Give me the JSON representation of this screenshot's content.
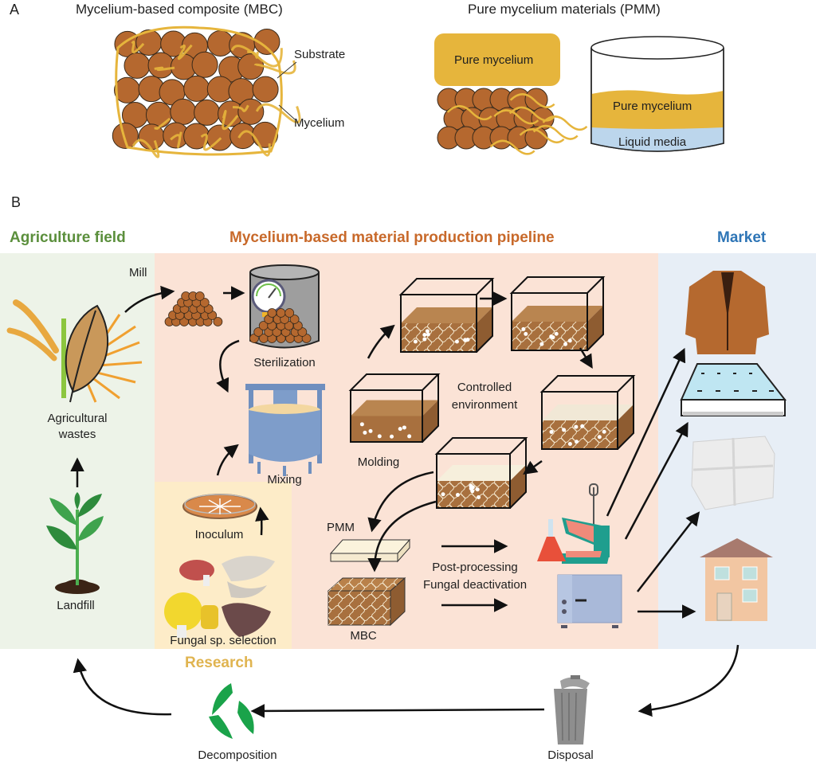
{
  "panel_a": {
    "letter": "A",
    "mbc_title": "Mycelium-based composite (MBC)",
    "pmm_title": "Pure mycelium materials (PMM)",
    "substrate_label": "Substrate",
    "mycelium_label": "Mycelium",
    "pmm_solid_label": "Pure mycelium",
    "pmm_liquid_label": "Pure mycelium",
    "liquid_media_label": "Liquid media"
  },
  "panel_b": {
    "letter": "B",
    "sections": {
      "agriculture": {
        "title": "Agriculture field",
        "color": "#5b8f3c"
      },
      "pipeline": {
        "title": "Mycelium-based material production pipeline",
        "color": "#c8692a"
      },
      "market": {
        "title": "Market",
        "color": "#2e75b6"
      },
      "research": {
        "title": "Research",
        "color": "#e0b450"
      }
    },
    "colors": {
      "agriculture_bg": "#edf3e8",
      "pipeline_bg": "#fbe3d6",
      "market_bg": "#e7eef6",
      "research_bg": "#fdecc8",
      "substrate_brown": "#b5682f",
      "mycelium_yellow": "#e6b53c",
      "liquid_blue": "#bcd6ec"
    },
    "labels": {
      "mill": "Mill",
      "agricultural_wastes_1": "Agricultural",
      "agricultural_wastes_2": "wastes",
      "landfill": "Landfill",
      "sterilization": "Sterilization",
      "mixing": "Mixing",
      "inoculum": "Inoculum",
      "fungal_selection": "Fungal sp. selection",
      "molding": "Molding",
      "controlled_env_1": "Controlled",
      "controlled_env_2": "environment",
      "pmm": "PMM",
      "mbc": "MBC",
      "post_processing": "Post-processing",
      "fungal_deactivation": "Fungal deactivation",
      "decomposition": "Decomposition",
      "disposal": "Disposal"
    },
    "market_products": [
      "leather-jacket",
      "mattress",
      "packaging-foam",
      "house"
    ]
  }
}
